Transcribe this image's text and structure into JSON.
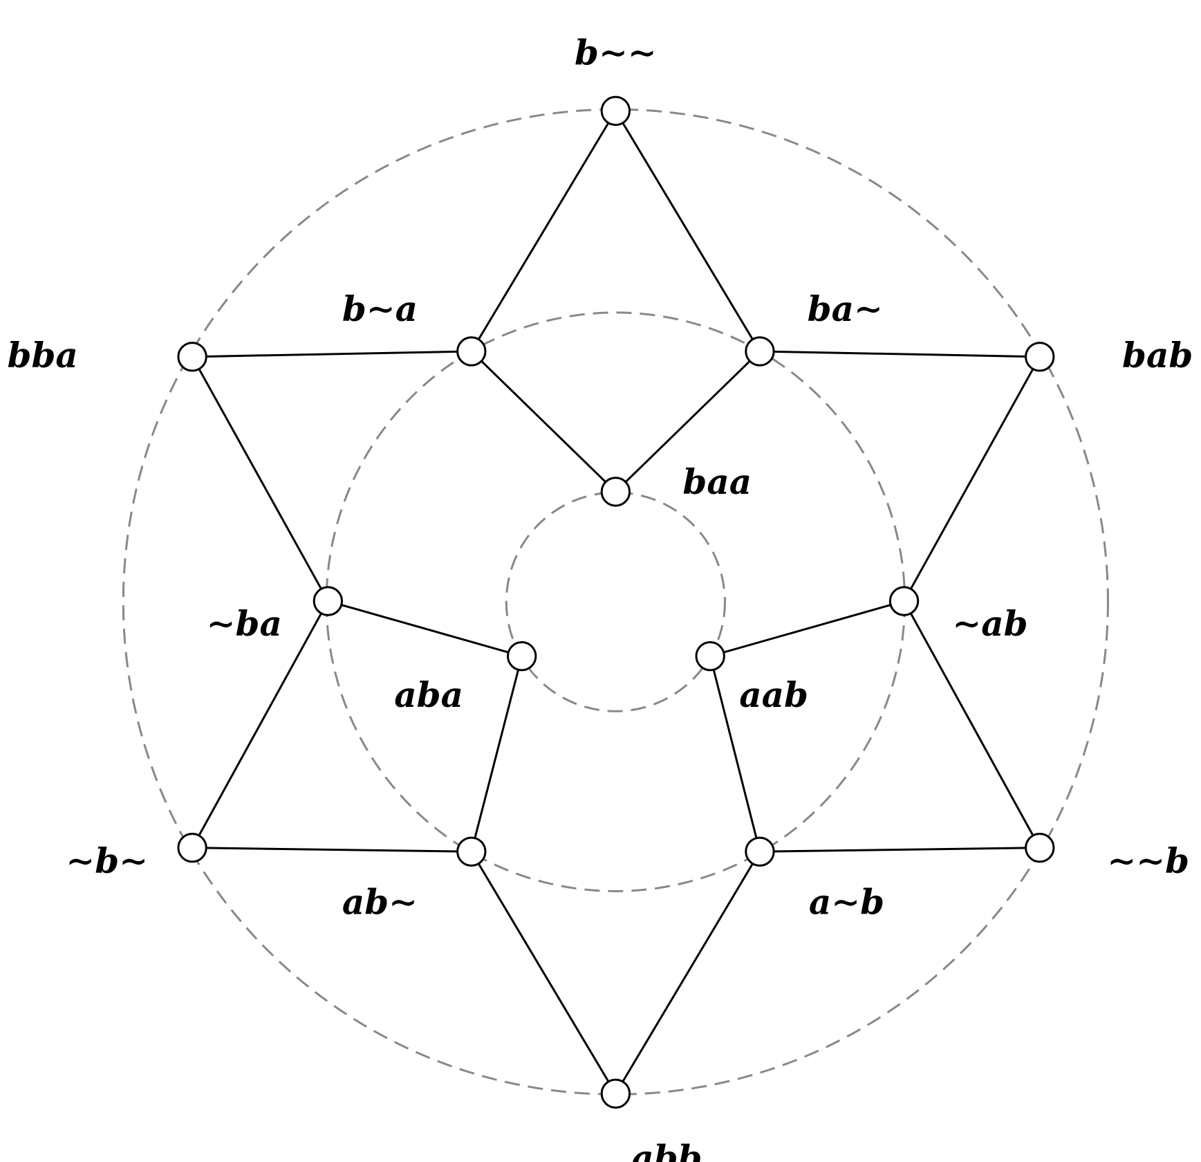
{
  "colors": {
    "edge": "#000000",
    "guide": "#888888",
    "background": "#ffffff"
  },
  "nodes": [
    {
      "id": "b~~",
      "label": "b∼∼"
    },
    {
      "id": "b~a",
      "label": "b∼a"
    },
    {
      "id": "ba~",
      "label": "ba∼"
    },
    {
      "id": "bba",
      "label": "bba"
    },
    {
      "id": "bab",
      "label": "bab"
    },
    {
      "id": "baa",
      "label": "baa"
    },
    {
      "id": "~ba",
      "label": "∼ba"
    },
    {
      "id": "~ab",
      "label": "∼ab"
    },
    {
      "id": "aba",
      "label": "aba"
    },
    {
      "id": "aab",
      "label": "aab"
    },
    {
      "id": "~b~",
      "label": "∼b∼"
    },
    {
      "id": "~~b",
      "label": "∼∼b"
    },
    {
      "id": "ab~",
      "label": "ab∼"
    },
    {
      "id": "a~b",
      "label": "a∼b"
    },
    {
      "id": "abb",
      "label": "abb"
    }
  ],
  "edges": [
    [
      "b~~",
      "b~a"
    ],
    [
      "b~~",
      "ba~"
    ],
    [
      "b~a",
      "baa"
    ],
    [
      "ba~",
      "baa"
    ],
    [
      "b~a",
      "bba"
    ],
    [
      "ba~",
      "bab"
    ],
    [
      "bba",
      "~ba"
    ],
    [
      "bab",
      "~ab"
    ],
    [
      "~ba",
      "aba"
    ],
    [
      "~ab",
      "aab"
    ],
    [
      "~ba",
      "~b~"
    ],
    [
      "~ab",
      "~~b"
    ],
    [
      "~b~",
      "ab~"
    ],
    [
      "~~b",
      "a~b"
    ],
    [
      "aba",
      "ab~"
    ],
    [
      "aab",
      "a~b"
    ],
    [
      "ab~",
      "abb"
    ],
    [
      "a~b",
      "abb"
    ]
  ]
}
